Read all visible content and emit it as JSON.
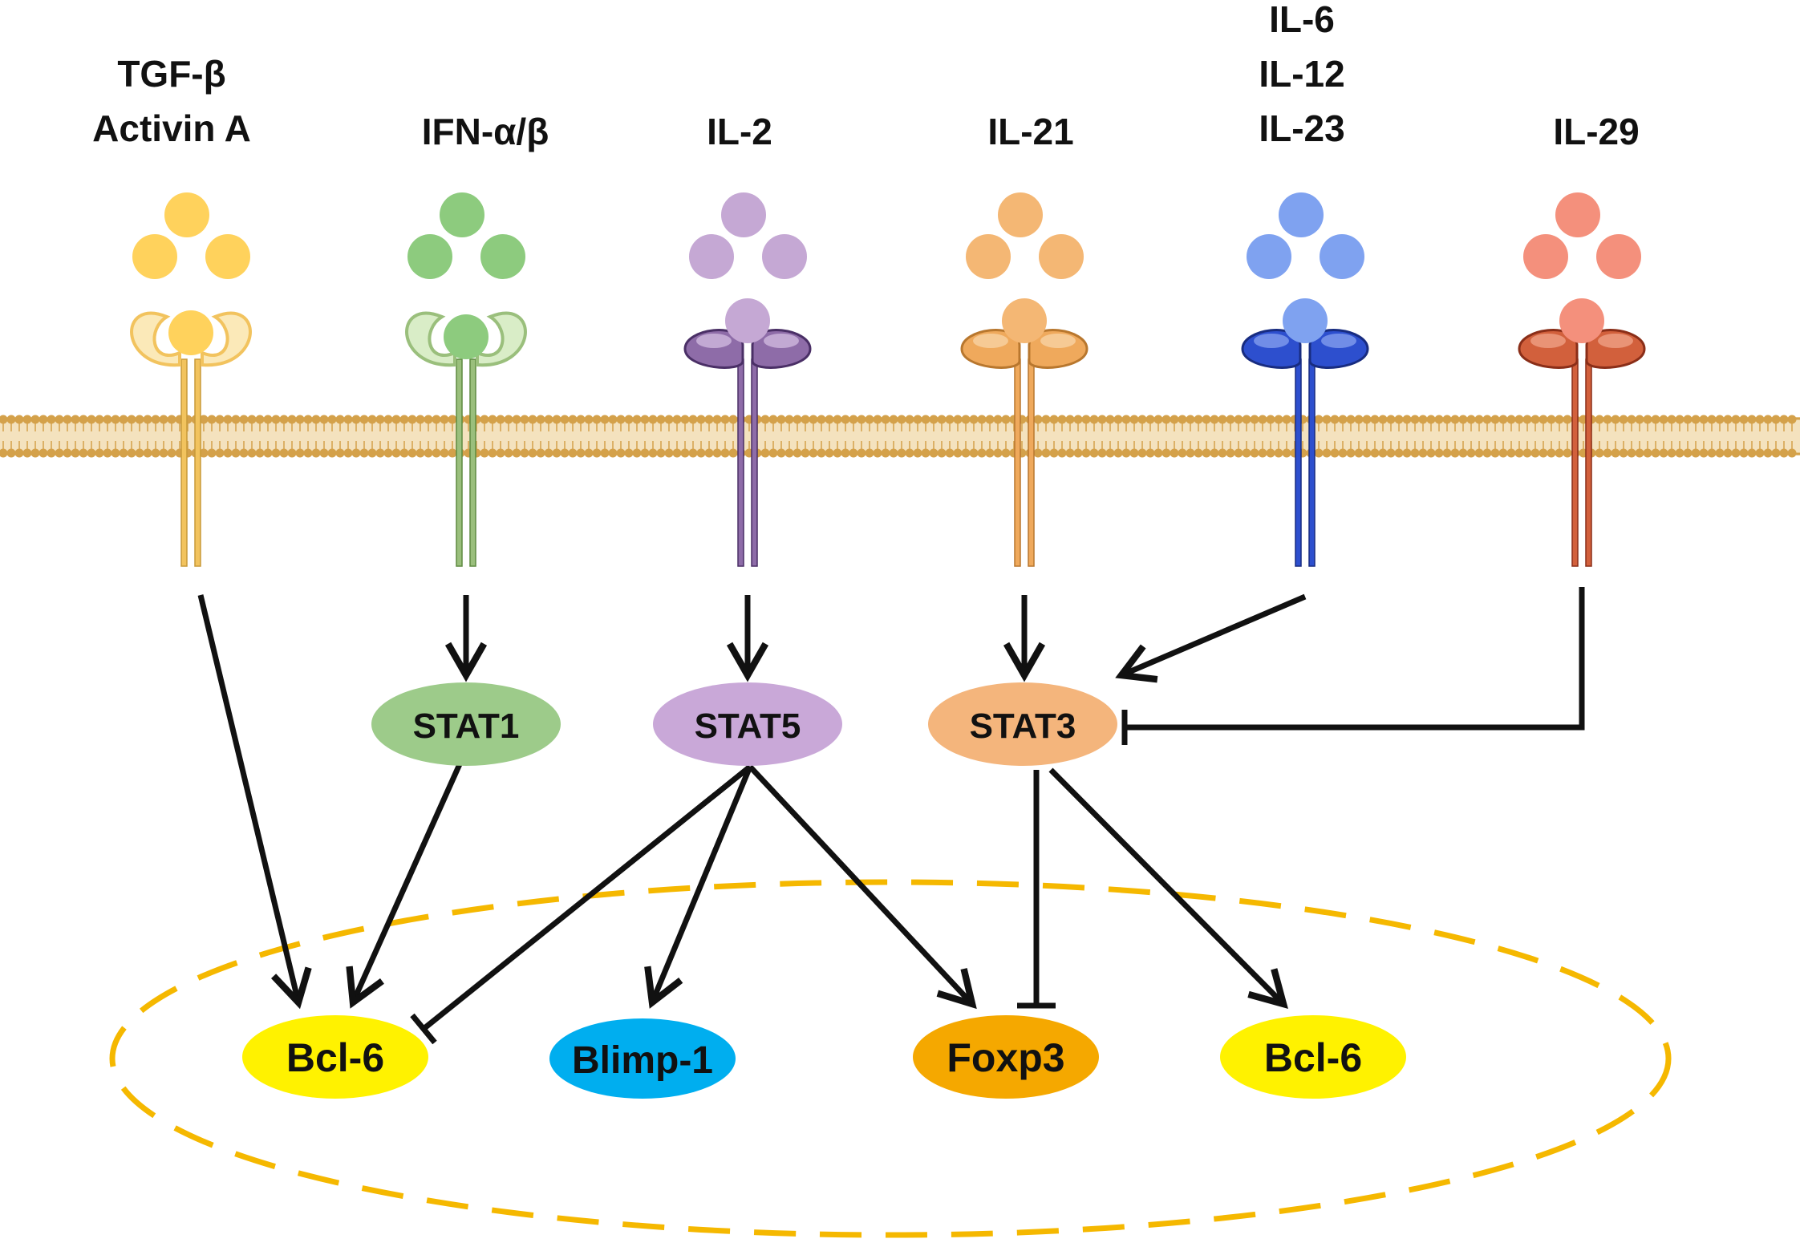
{
  "ligands": [
    {
      "id": "tgf",
      "lines": [
        "TGF-β",
        "Activin A"
      ],
      "color": "#FFD25C",
      "receptor_color": "#F2C35E",
      "receptor_dark": "#C89A3A",
      "receptor_light": "#FBE9B8"
    },
    {
      "id": "ifn",
      "lines": [
        "IFN-α/β"
      ],
      "color": "#8DCB7E",
      "receptor_color": "#9ABF7C",
      "receptor_dark": "#5E8A40",
      "receptor_light": "#D9EDC7"
    },
    {
      "id": "il2",
      "lines": [
        "IL-2"
      ],
      "color": "#C5A8D4",
      "receptor_color": "#8E6CA8",
      "receptor_dark": "#4A2F66",
      "receptor_light": "#D8C3E6"
    },
    {
      "id": "il21",
      "lines": [
        "IL-21"
      ],
      "color": "#F4B774",
      "receptor_color": "#EFA95C",
      "receptor_dark": "#B8772E",
      "receptor_light": "#FAD9AE"
    },
    {
      "id": "il6",
      "lines": [
        "IL-6",
        "IL-12",
        "IL-23"
      ],
      "color": "#7FA2F0",
      "receptor_color": "#2D4FCE",
      "receptor_dark": "#182C80",
      "receptor_light": "#8FA8F2"
    },
    {
      "id": "il29",
      "lines": [
        "IL-29"
      ],
      "color": "#F4907C",
      "receptor_color": "#D2603C",
      "receptor_dark": "#8A2E18",
      "receptor_light": "#F2A98E"
    }
  ],
  "stats": {
    "stat1": {
      "label": "STAT1",
      "color": "#9DCB8A"
    },
    "stat5": {
      "label": "STAT5",
      "color": "#C9A8D8"
    },
    "stat3": {
      "label": "STAT3",
      "color": "#F4B57C"
    }
  },
  "genes": {
    "bcl6_left": {
      "label": "Bcl-6",
      "color": "#FFF200"
    },
    "blimp1": {
      "label": "Blimp-1",
      "color": "#00AEEF"
    },
    "foxp3": {
      "label": "Foxp3",
      "color": "#F5A800"
    },
    "bcl6_right": {
      "label": "Bcl-6",
      "color": "#FFF200"
    }
  },
  "membrane_color": "#D4A14A",
  "nucleus_border_color": "#F5B800"
}
